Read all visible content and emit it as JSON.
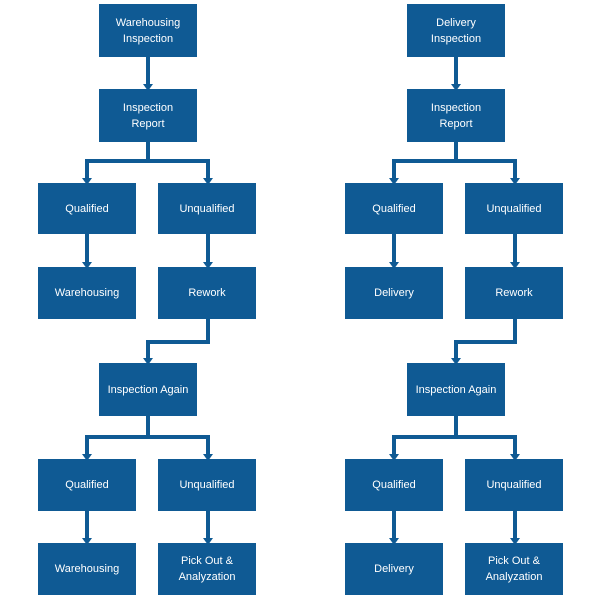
{
  "flows": [
    {
      "name": "warehousing",
      "start": "Warehousing\nInspection",
      "report": "Inspection\nReport",
      "qualified": "Qualified",
      "unqualified": "Unqualified",
      "qualified_result": "Warehousing",
      "rework": "Rework",
      "again": "Inspection Again",
      "qualified2": "Qualified",
      "unqualified2": "Unqualified",
      "qualified2_result": "Warehousing",
      "unqualified2_result": "Pick Out &\nAnalyzation"
    },
    {
      "name": "delivery",
      "start": "Delivery\nInspection",
      "report": "Inspection\nReport",
      "qualified": "Qualified",
      "unqualified": "Unqualified",
      "qualified_result": "Delivery",
      "rework": "Rework",
      "again": "Inspection Again",
      "qualified2": "Qualified",
      "unqualified2": "Unqualified",
      "qualified2_result": "Delivery",
      "unqualified2_result": "Pick Out &\nAnalyzation"
    }
  ],
  "colors": {
    "box": "#0f5a94",
    "text": "#ffffff",
    "connector": "#0f5a94"
  }
}
